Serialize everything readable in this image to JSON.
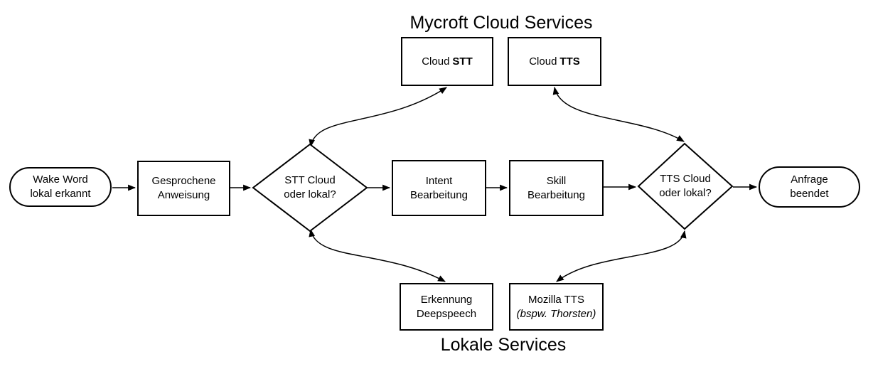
{
  "titles": {
    "top": "Mycroft Cloud Services",
    "bottom": "Lokale Services"
  },
  "nodes": {
    "cloud_stt": {
      "prefix": "Cloud",
      "bold": "STT"
    },
    "cloud_tts": {
      "prefix": "Cloud",
      "bold": "TTS"
    },
    "wake_word": {
      "line1": "Wake Word",
      "line2": "lokal erkannt"
    },
    "gesprochene": {
      "line1": "Gesprochene",
      "line2": "Anweisung"
    },
    "stt_decision": {
      "line1": "STT Cloud",
      "line2": "oder lokal?"
    },
    "intent": {
      "line1": "Intent",
      "line2": "Bearbeitung"
    },
    "skill": {
      "line1": "Skill",
      "line2": "Bearbeitung"
    },
    "tts_decision": {
      "line1": "TTS Cloud",
      "line2": "oder lokal?"
    },
    "anfrage": {
      "line1": "Anfrage",
      "line2": "beendet"
    },
    "erkennung": {
      "line1": "Erkennung",
      "line2": "Deepspeech"
    },
    "mozilla_tts": {
      "line1": "Mozilla TTS",
      "line2_italic": "(bspw. Thorsten)"
    }
  },
  "colors": {
    "stroke": "#000000",
    "node_fill": "#ffffff",
    "background": "#ffffff",
    "text": "#000000"
  }
}
